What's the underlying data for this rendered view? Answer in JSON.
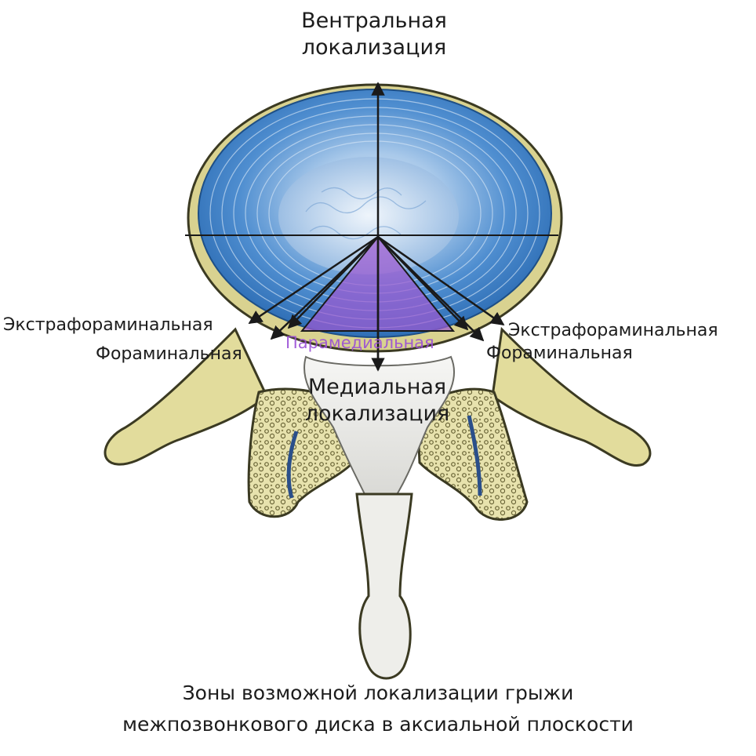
{
  "labels": {
    "ventral": [
      "Вентральная",
      "локализация"
    ],
    "medial": [
      "Медиальная",
      "локализация"
    ],
    "paramedial": "Парамедиальная",
    "extraforaminal_left": "Экстрафораминальная",
    "foraminal_left": "Фораминальная",
    "extraforaminal_right": "Экстрафораминальная",
    "foraminal_right": "Фораминальная"
  },
  "caption": [
    "Зоны возможной локализации грыжи",
    "межпозвонкового диска в аксиальной плоскости"
  ],
  "colors": {
    "disc_outer": "#3f7fc4",
    "disc_inner": "#bcd6ef",
    "paramedial_zone": "#9b59d0",
    "bone": "#e6e1a8",
    "bone_outline": "#3b3a22",
    "arrows": "#1a1a1a"
  }
}
